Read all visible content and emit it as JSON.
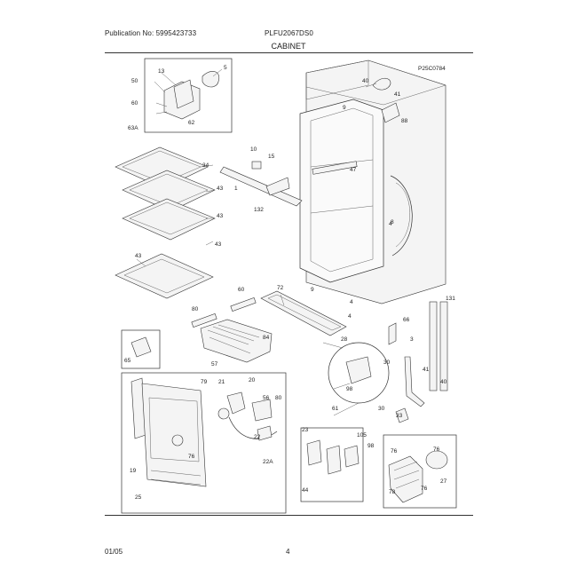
{
  "header": {
    "publication": "Publication No: 5995423733",
    "model": "PLFU2067DS0",
    "title": "CABINET"
  },
  "diagram": {
    "code": "P25C0784",
    "callouts": [
      "13",
      "5",
      "50",
      "60",
      "63A",
      "62",
      "40",
      "41",
      "88",
      "9",
      "10",
      "15",
      "34",
      "43",
      "43",
      "43",
      "132",
      "47",
      "4",
      "1",
      "43",
      "4",
      "3",
      "60",
      "72",
      "9",
      "4",
      "65",
      "57",
      "66",
      "84",
      "80",
      "131",
      "8",
      "28",
      "61",
      "21",
      "20",
      "56",
      "80",
      "22",
      "22A",
      "23",
      "44",
      "105",
      "98",
      "76",
      "78",
      "76",
      "27",
      "76",
      "41",
      "40",
      "30",
      "30",
      "33",
      "19",
      "25",
      "79",
      "76",
      "98"
    ]
  },
  "footer": {
    "date": "01/05",
    "page": "4"
  }
}
